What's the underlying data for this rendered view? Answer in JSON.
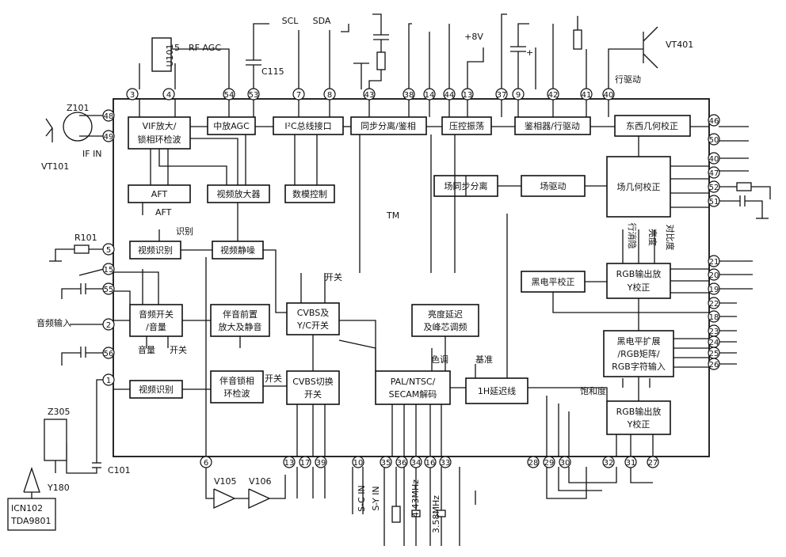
{
  "chip": {
    "blocks": {
      "vif": [
        "VIF放大/",
        "锁相环检波"
      ],
      "if_agc": "中放AGC",
      "i2c": "I²C总线接口",
      "sync_sep": "同步分离/鉴相",
      "osc": "压控振荡",
      "phase_drv": "鉴相器/行驱动",
      "ew": "东西几何校正",
      "aft": "AFT",
      "video_amp": "视频放大器",
      "dac": "数模控制",
      "vsync": "场同步分离",
      "vdrv": "场驱动",
      "vgeo": "场几何校正",
      "vid_ident1": "视频识别",
      "vid_mute": "视频静噪",
      "audio_sw": [
        "音频开关",
        "/音量"
      ],
      "snd_pre": [
        "伴音前置",
        "放大及静音"
      ],
      "cvbs_yc": [
        "CVBS及",
        "Y/C开关"
      ],
      "luma_delay": [
        "亮度延迟",
        "及峰芯调频"
      ],
      "black_corr": "黑电平校正",
      "rgb_out1": [
        "RGB输出放",
        "Y校正"
      ],
      "black_ext": [
        "黑电平扩展",
        "/RGB矩阵/",
        "RGB字符输入"
      ],
      "vid_ident2": "视频识别",
      "snd_pll": [
        "伴音锁相",
        "环检波"
      ],
      "cvbs_sw": [
        "CVBS切换",
        "开关"
      ],
      "decoder": [
        "PAL/NTSC/",
        "SECAM解码"
      ],
      "delay1h": "1H延迟线",
      "rgb_out2": [
        "RGB输出放",
        "Y校正"
      ]
    },
    "pins_top": [
      "3",
      "4",
      "54",
      "53",
      "7",
      "8",
      "43",
      "38",
      "14",
      "44",
      "13",
      "37",
      "9",
      "42",
      "41",
      "40"
    ],
    "pins_left": [
      "48",
      "49",
      "5",
      "15",
      "55",
      "2",
      "56",
      "1"
    ],
    "pins_right": [
      "46",
      "50",
      "40",
      "47",
      "52",
      "51",
      "21",
      "20",
      "19",
      "22",
      "18",
      "23",
      "24",
      "25",
      "26"
    ],
    "pins_bottom": [
      "6",
      "13",
      "17",
      "39",
      "10",
      "35",
      "36",
      "34",
      "16",
      "33",
      "28",
      "29",
      "30",
      "32",
      "31",
      "27"
    ]
  },
  "labels": {
    "scl": "SCL",
    "sda": "SDA",
    "v8": "+8V",
    "rf_agc": "RF AGC",
    "pin5": "5",
    "c115": "C115",
    "vt401": "VT401",
    "h_drive": "行驱动",
    "z101": "Z101",
    "if_in": "IF IN",
    "vt101": "VT101",
    "u101": "U101",
    "r101": "R101",
    "audio_in": "音频输入",
    "z305": "Z305",
    "y180": "Y180",
    "c101": "C101",
    "icn102": "ICN102",
    "tda9801": "TDA9801",
    "v105": "V105",
    "v106": "V106",
    "sc_in": "S-C IN",
    "sy_in": "S-Y IN",
    "xtal1": "4.43MHz",
    "xtal2": "3.58MHz",
    "vol": "音量",
    "switch1": "开关",
    "switch2": "开关",
    "switch3": "开关",
    "ident": "识别",
    "aft_out": "AFT",
    "color": "色调",
    "ref": "基准",
    "saturation": "饱和度",
    "contrast": "对比度",
    "brightness": "亮度",
    "line_sync": "行消隐",
    "tm": "TM",
    "plus": "+"
  }
}
